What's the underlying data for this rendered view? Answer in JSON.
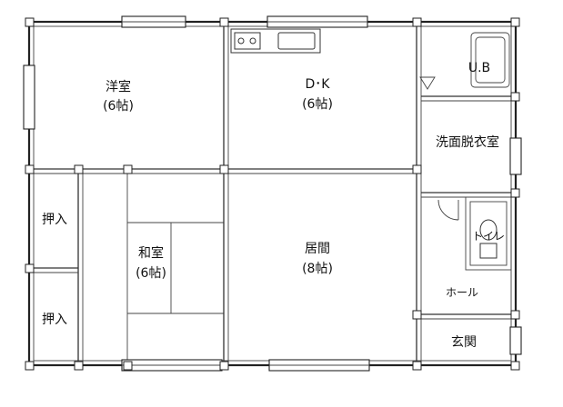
{
  "rooms": {
    "western": {
      "name": "洋室",
      "size": "(6帖)"
    },
    "dk": {
      "name": "D･K",
      "size": "(6帖)"
    },
    "ub": {
      "name": "U.B"
    },
    "washroom": {
      "name": "洗面脱衣室"
    },
    "closet_upper": {
      "name": "押入"
    },
    "closet_lower": {
      "name": "押入"
    },
    "japanese": {
      "name": "和室",
      "size": "(6帖)"
    },
    "living": {
      "name": "居間",
      "size": "(8帖)"
    },
    "toilet": {
      "name": "トイレ"
    },
    "hall": {
      "name": "ホール"
    },
    "entrance": {
      "name": "玄関"
    }
  }
}
